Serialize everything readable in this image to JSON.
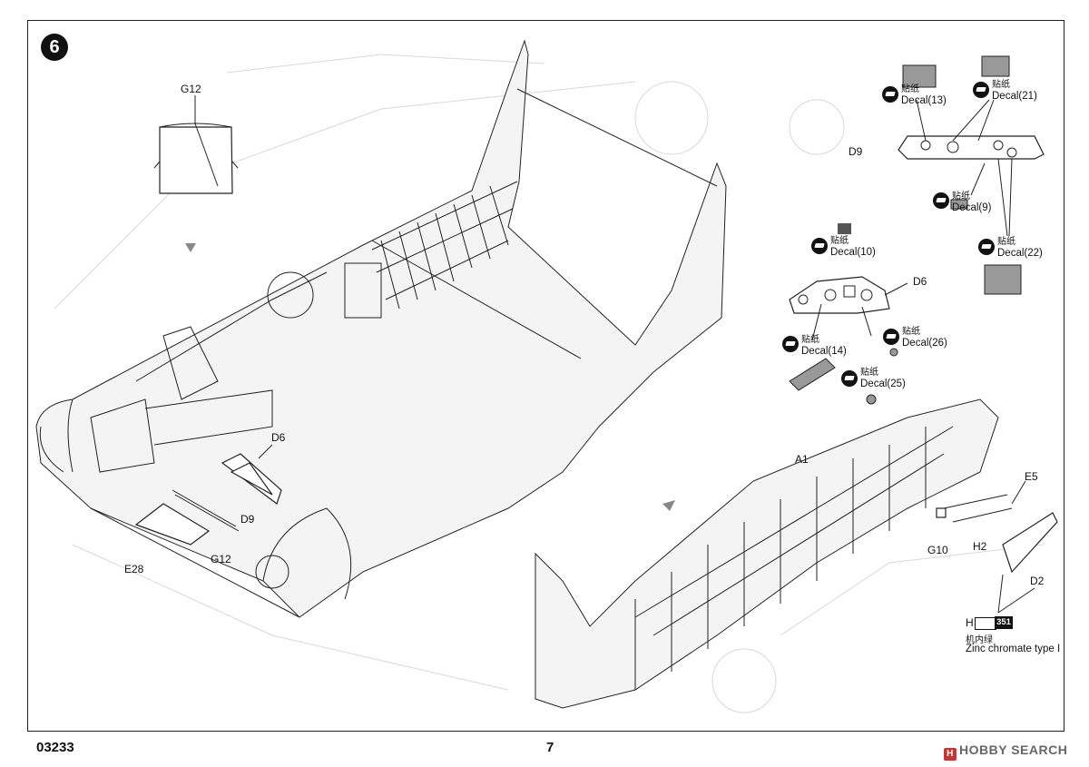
{
  "step": {
    "number": "6"
  },
  "parts": {
    "g12_top": "G12",
    "d6_left": "D6",
    "d9_left": "D9",
    "g12_bottom": "G12",
    "e28": "E28",
    "a1": "A1",
    "e5": "E5",
    "g10": "G10",
    "h2": "H2",
    "d2": "D2",
    "d9_right": "D9",
    "d6_right": "D6"
  },
  "decals": [
    {
      "cn": "贴纸",
      "label": "Decal(13)"
    },
    {
      "cn": "贴纸",
      "label": "Decal(21)"
    },
    {
      "cn": "贴纸",
      "label": "Decal(9)"
    },
    {
      "cn": "贴纸",
      "label": "Decal(22)"
    },
    {
      "cn": "贴纸",
      "label": "Decal(10)"
    },
    {
      "cn": "贴纸",
      "label": "Decal(26)"
    },
    {
      "cn": "贴纸",
      "label": "Decal(14)"
    },
    {
      "cn": "贴纸",
      "label": "Decal(25)"
    }
  ],
  "paint": {
    "code": "H",
    "number": "351",
    "name_cn": "机内绿",
    "name_en": "Zinc chromate type I"
  },
  "footer": {
    "kit_number": "03233",
    "page_number": "7",
    "watermark": "HOBBY SEARCH",
    "watermark_icon": "H"
  }
}
